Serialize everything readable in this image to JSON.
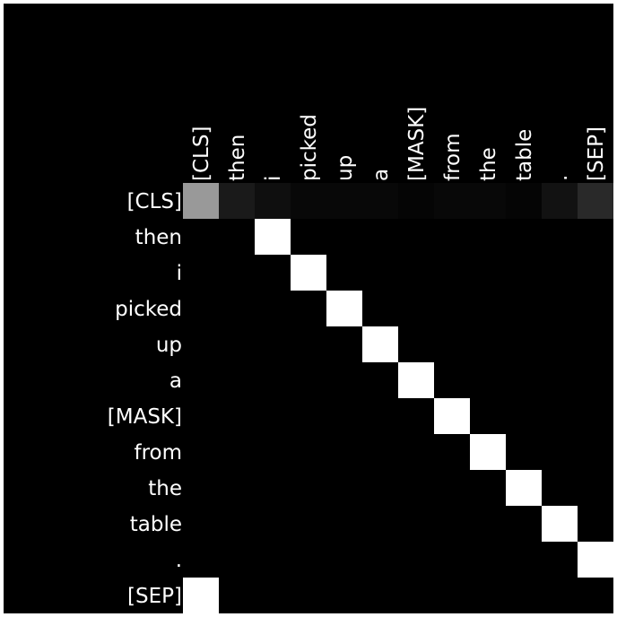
{
  "chart_data": {
    "type": "heatmap",
    "title": "",
    "xlabel": "",
    "ylabel": "",
    "x_labels": [
      "[CLS]",
      "then",
      "i",
      "picked",
      "up",
      "a",
      "[MASK]",
      "from",
      "the",
      "table",
      ".",
      "[SEP]"
    ],
    "y_labels": [
      "[CLS]",
      "then",
      "i",
      "picked",
      "up",
      "a",
      "[MASK]",
      "from",
      "the",
      "table",
      ".",
      "[SEP]"
    ],
    "value_range": [
      0,
      1
    ],
    "colormap": "gray",
    "background_color": "#000000",
    "grid": false,
    "values": [
      [
        0.6,
        0.1,
        0.06,
        0.03,
        0.03,
        0.03,
        0.02,
        0.03,
        0.03,
        0.02,
        0.07,
        0.16
      ],
      [
        0,
        0,
        1,
        0,
        0,
        0,
        0,
        0,
        0,
        0,
        0,
        0
      ],
      [
        0,
        0,
        0,
        1,
        0,
        0,
        0,
        0,
        0,
        0,
        0,
        0
      ],
      [
        0,
        0,
        0,
        0,
        1,
        0,
        0,
        0,
        0,
        0,
        0,
        0
      ],
      [
        0,
        0,
        0,
        0,
        0,
        1,
        0,
        0,
        0,
        0,
        0,
        0
      ],
      [
        0,
        0,
        0,
        0,
        0,
        0,
        1,
        0,
        0,
        0,
        0,
        0
      ],
      [
        0,
        0,
        0,
        0,
        0,
        0,
        0,
        1,
        0,
        0,
        0,
        0
      ],
      [
        0,
        0,
        0,
        0,
        0,
        0,
        0,
        0,
        1,
        0,
        0,
        0
      ],
      [
        0,
        0,
        0,
        0,
        0,
        0,
        0,
        0,
        0,
        1,
        0,
        0
      ],
      [
        0,
        0,
        0,
        0,
        0,
        0,
        0,
        0,
        0,
        0,
        1,
        0
      ],
      [
        0,
        0,
        0,
        0,
        0,
        0,
        0,
        0,
        0,
        0,
        0,
        1
      ],
      [
        1,
        0,
        0,
        0,
        0,
        0,
        0,
        0,
        0,
        0,
        0,
        0
      ]
    ]
  }
}
